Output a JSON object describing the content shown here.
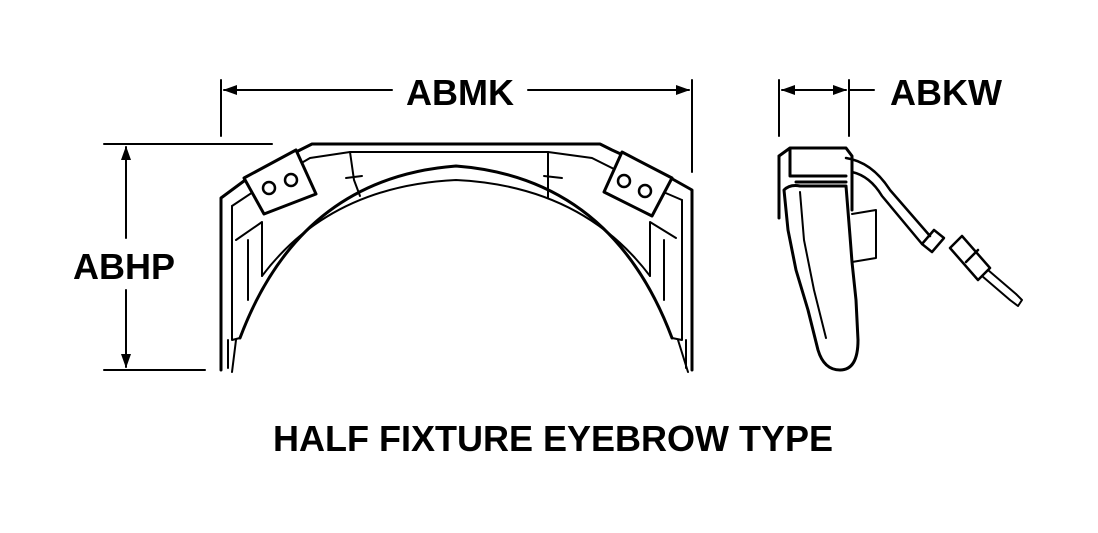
{
  "dimensions": {
    "width_label": "ABMK",
    "depth_label": "ABKW",
    "height_label": "ABHP"
  },
  "caption": "HALF FIXTURE EYEBROW TYPE",
  "colors": {
    "line": "#000000",
    "background": "#ffffff"
  }
}
